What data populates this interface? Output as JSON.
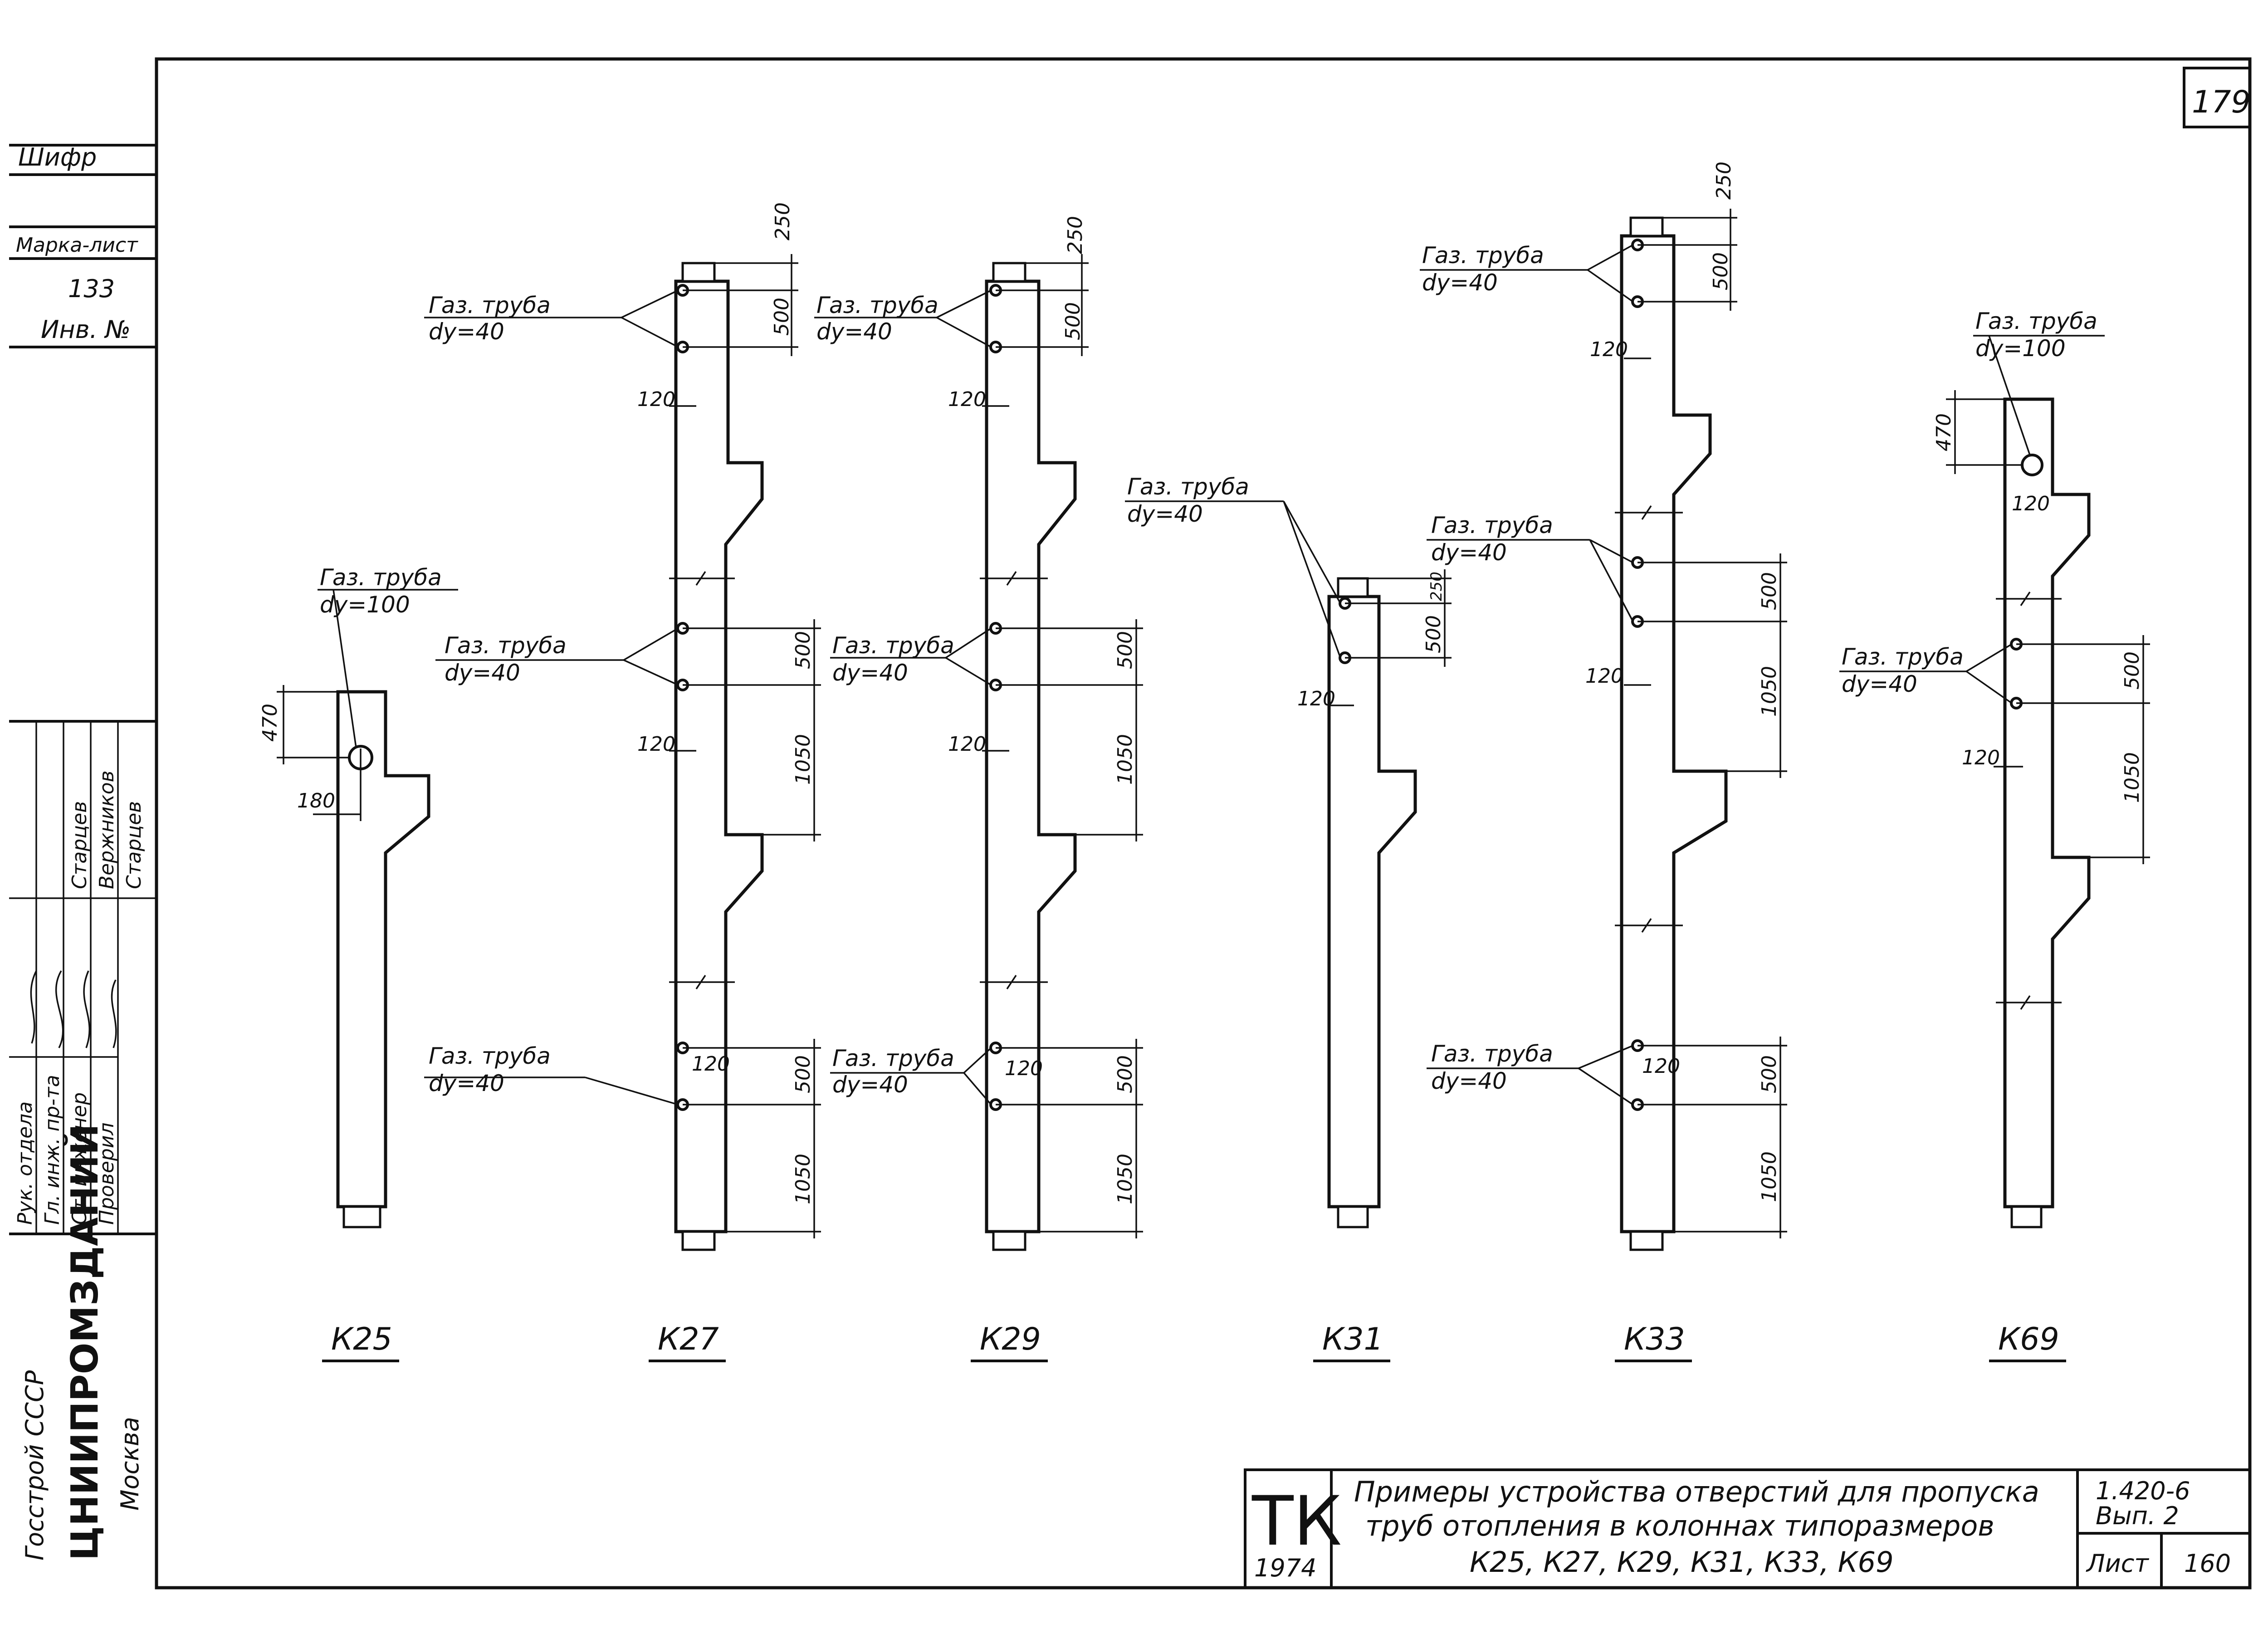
{
  "sheet_corner_number": "179",
  "sheet_number": "160",
  "sheet_label": "Лист",
  "title": {
    "line1": "Примеры устройства отверстий для пропуска",
    "line2": "труб отопления в колоннах типоразмеров",
    "line3": "К25, К27, К29, К31, К33, К69"
  },
  "stamp": {
    "letters": "ТК",
    "year": "1974"
  },
  "code": {
    "series": "1.420-6",
    "issue": "Вып. 2"
  },
  "side_block": {
    "shifr": "Шифр",
    "marka_list": "Марка-лист",
    "marka_value": "133",
    "inv_no": "Инв. №",
    "roles": [
      "Рук. отдела",
      "Гл. инж. пр-та",
      "Ст. инженер",
      "Проверил"
    ],
    "names": [
      "Старцев",
      "Вержников",
      "Старцев"
    ],
    "org_top": "Госстрой СССР",
    "org_main": "ЦНИИПРОМЗДАНИЙ",
    "org_city": "Москва"
  },
  "pipe_labels": {
    "gas_pipe": "Газ. труба",
    "dy40": "dy=40",
    "dy100": "dy=100"
  },
  "dims": {
    "d250": "250",
    "d500": "500",
    "d1050": "1050",
    "d120": "120",
    "d470": "470",
    "d180": "180"
  },
  "columns": [
    "К25",
    "К27",
    "К29",
    "К31",
    "К33",
    "К69"
  ]
}
